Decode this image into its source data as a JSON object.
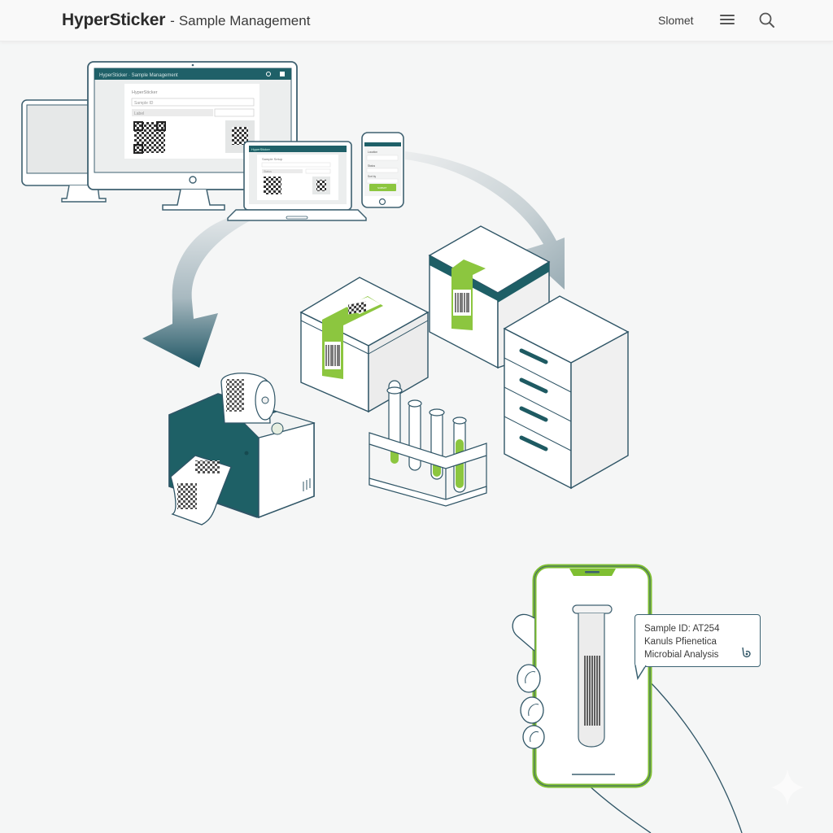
{
  "header": {
    "brand_name": "HyperSticker",
    "brand_separator": "-",
    "brand_subtitle": "Sample Management",
    "nav_link": "Slomet",
    "menu_icon": "hamburger-menu-icon",
    "search_icon": "search-icon"
  },
  "illustration": {
    "devices": {
      "desktop_screen_title": "HyperSticker · Sample Management",
      "desktop_form_heading": "HyperSticker",
      "desktop_field_1": "Sample ID",
      "desktop_field_2": "Label",
      "laptop_screen_title": "HyperSticker",
      "laptop_form_heading": "Sample Setup",
      "laptop_field_label": "Status",
      "phone_field_1": "Location",
      "phone_field_2": "Status",
      "phone_field_3": "Sort by",
      "phone_button": "SUBMIT"
    },
    "flow_arrows": [
      "devices-to-printer",
      "devices-to-storage"
    ],
    "objects": [
      "label-printer",
      "sample-box-qr",
      "sample-box-barcode",
      "test-tube-rack",
      "filing-cabinet",
      "smartphone-scanner"
    ]
  },
  "scan_result": {
    "line1": "Sample ID: AT254",
    "line2": "Kanuls Pfienetica",
    "line3": "Microbial Analysis",
    "icon": "tap-pointer-icon"
  },
  "colors": {
    "teal": "#1d5f66",
    "lime": "#8cc63f",
    "outline": "#2f5566",
    "background": "#f5f6f6"
  }
}
